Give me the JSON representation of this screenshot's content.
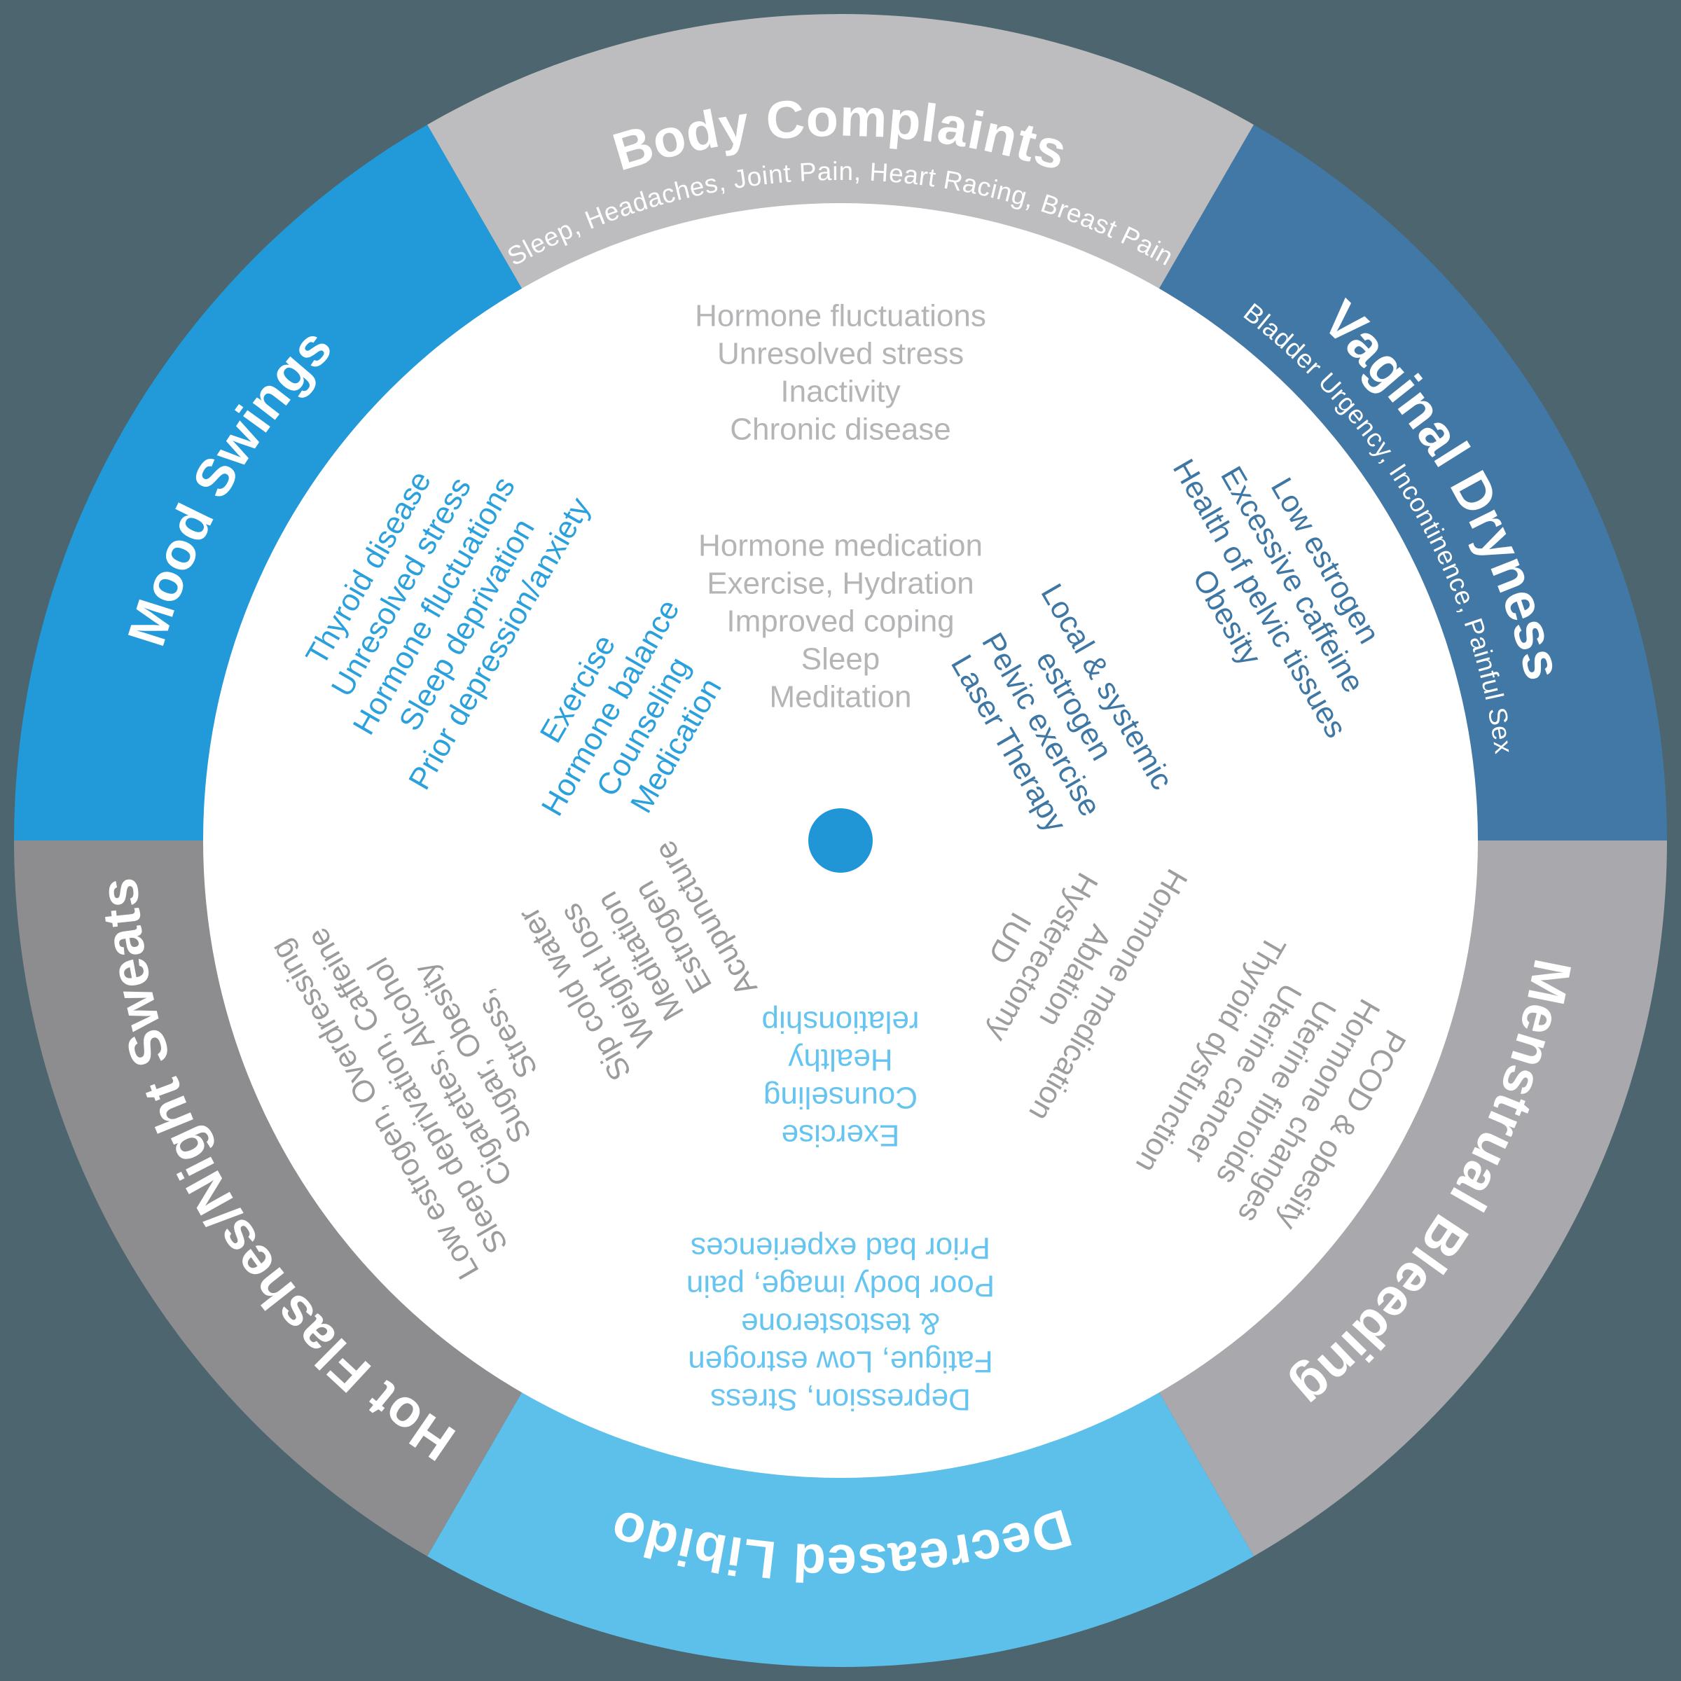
{
  "background_color": "#4c656e",
  "center_dot_color": "#2196d6",
  "inner_circle_color": "#ffffff",
  "wheel": {
    "outer_radius": 1180,
    "inner_radius": 910,
    "title_radius": 1032,
    "subtitle_radius": 956,
    "segments": [
      {
        "id": "body-complaints",
        "label": "Body Complaints",
        "subtitle": "Sleep, Headaches, Joint Pain, Heart Racing, Breast Pain",
        "color": "#bdbdbf",
        "center_angle": 0,
        "causes": {
          "lines": [
            "Hormone fluctuations",
            "Unresolved stress",
            "Inactivity",
            "Chronic disease"
          ],
          "color": "#b5b5b7",
          "radius": 668
        },
        "treatments": {
          "lines": [
            "Hormone medication",
            "Exercise, Hydration",
            "Improved coping",
            "Sleep",
            "Meditation"
          ],
          "color": "#b5b5b7",
          "radius": 313
        }
      },
      {
        "id": "vaginal-dryness",
        "label": "Vaginal Dryness",
        "subtitle": "Bladder Urgency, Incontinence, Painful Sex",
        "color": "#4278a6",
        "center_angle": 60,
        "causes": {
          "lines": [
            "Low estrogen",
            "Excessive caffeine",
            "Health of pelvic tissues",
            "Obesity"
          ],
          "color": "#3e76a4",
          "radius": 718
        },
        "treatments": {
          "lines": [
            "Local & systemic",
            "estrogen",
            "Pelvic exercise",
            "Laser Therapy"
          ],
          "color": "#3e76a4",
          "radius": 358
        }
      },
      {
        "id": "menstrual-bleeding",
        "label": "Menstrual Bleeding",
        "subtitle": "",
        "color": "#a9a9ad",
        "center_angle": 120,
        "causes": {
          "lines": [
            "PCOD & obesity",
            "Hormone changes",
            "Uterine fibroids",
            "Uterine cancer",
            "Thyroid dysfunction"
          ],
          "color": "#9d9da0",
          "radius": 718
        },
        "treatments": {
          "lines": [
            "Hormone medication",
            "Ablation",
            "Hysterectomy",
            "IUD"
          ],
          "color": "#9d9da0",
          "radius": 360
        }
      },
      {
        "id": "decreased-libido",
        "label": "Decreased Libido",
        "subtitle": "",
        "color": "#5cc0eb",
        "center_angle": 180,
        "causes": {
          "lines": [
            "Depression, Stress",
            "Fatigue, Low estrogen",
            "& testosterone",
            "Poor body image, pain",
            "Prior bad experiences"
          ],
          "color": "#66c5f0",
          "radius": 690
        },
        "treatments": {
          "lines": [
            "Exercise",
            "Counseling",
            "Healthy",
            "relationship"
          ],
          "color": "#66c5f0",
          "radius": 340
        }
      },
      {
        "id": "hot-flashes-night-sweats",
        "label": "Hot Flashes/Night Sweats",
        "subtitle": "",
        "color": "#8d8d90",
        "center_angle": 240,
        "causes": {
          "lines": [
            "Low estrogen, Overdressing",
            "Sleep deprivation, Caffeine",
            "Cigarettes, Alcohol",
            "Sugar, Obesity",
            "Stress,"
          ],
          "color": "#9b9b9d",
          "radius": 660
        },
        "treatments": {
          "lines": [
            "Sip cold water",
            "Weight loss",
            "Meditation",
            "Estrogen",
            "Acupuncture"
          ],
          "color": "#9b9b9d",
          "radius": 330
        }
      },
      {
        "id": "mood-swings",
        "label": "Mood Swings",
        "subtitle": "",
        "color": "#2299d8",
        "center_angle": 300,
        "causes": {
          "lines": [
            "Thyroid disease",
            "Unresolved stress",
            "Hormone fluctuations",
            "Sleep deprivation",
            "Prior depression/anxiety"
          ],
          "color": "#2aa0dc",
          "radius": 670
        },
        "treatments": {
          "lines": [
            "Exercise",
            "Hormone balance",
            "Counseling",
            "Medication"
          ],
          "color": "#2aa0dc",
          "radius": 352
        }
      }
    ]
  }
}
